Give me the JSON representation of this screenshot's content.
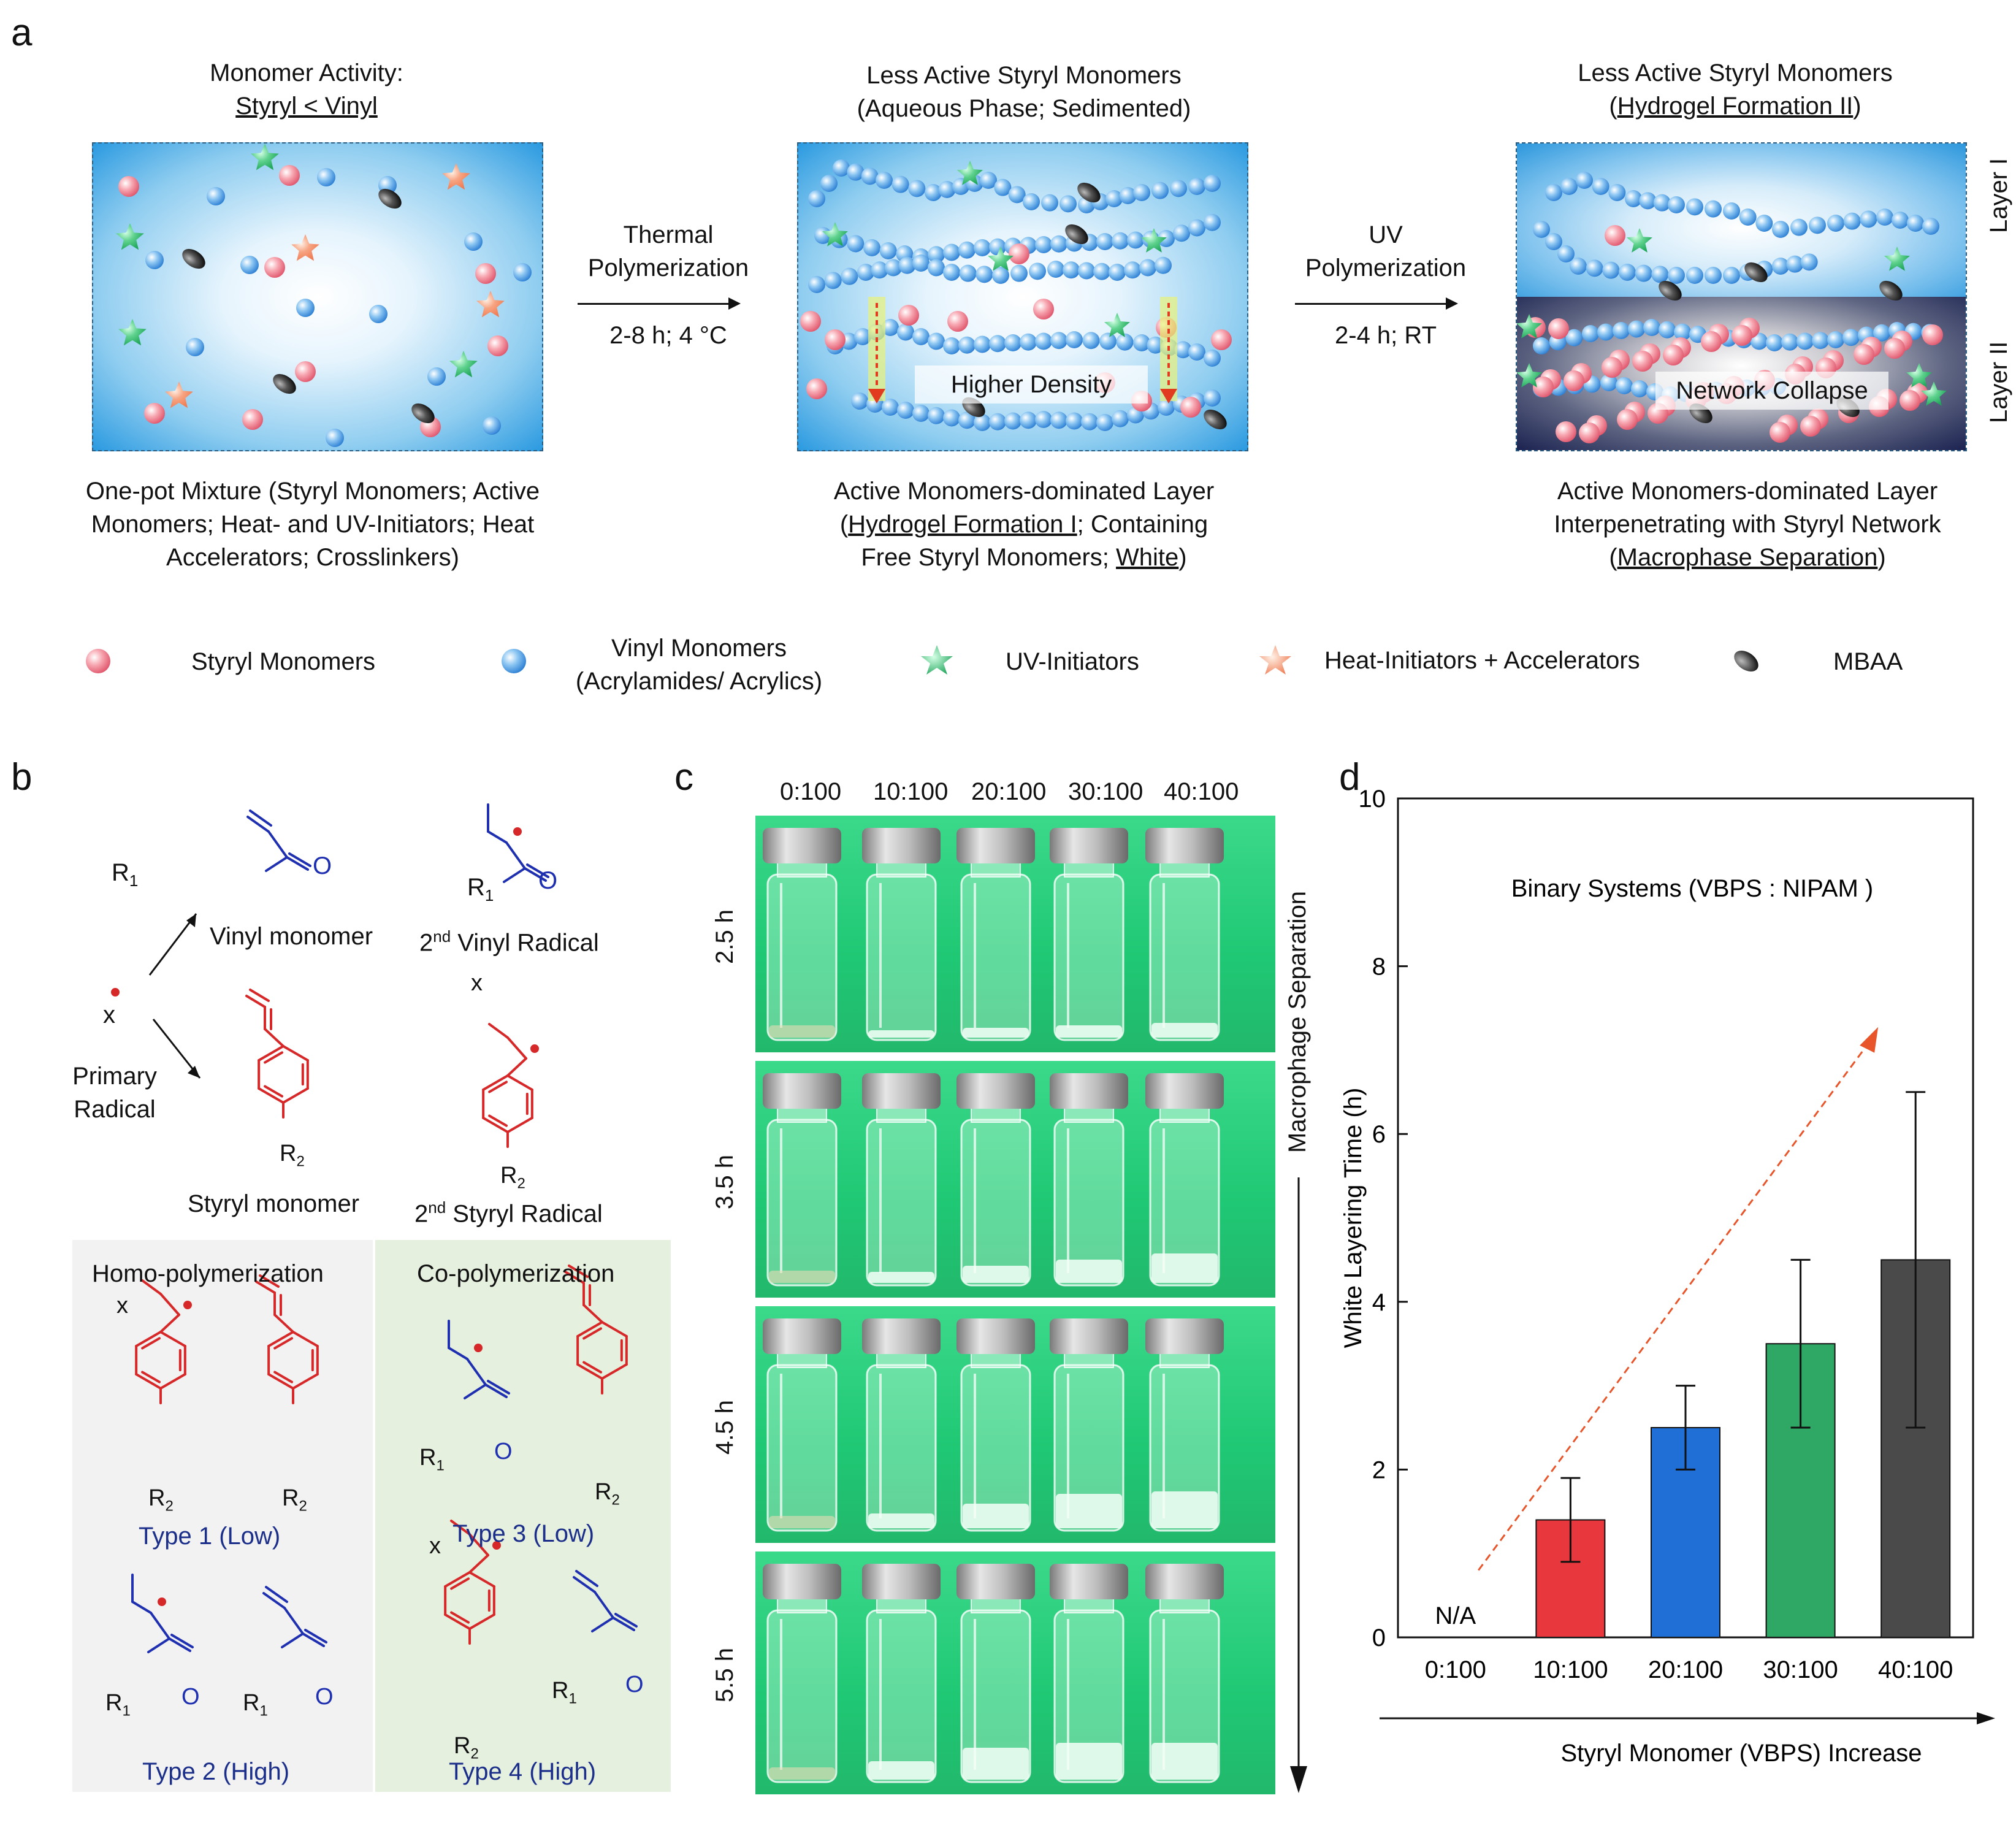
{
  "panel_a": {
    "label": "a",
    "col1": {
      "title_line1": "Monomer Activity:",
      "title_line2": "Styryl < Vinyl",
      "caption": [
        "One-pot Mixture (Styryl Monomers; Active",
        "Monomers; Heat- and UV-Initiators; Heat",
        "Accelerators; Crosslinkers)"
      ]
    },
    "arrow1": {
      "line1": "Thermal",
      "line2": "Polymerization",
      "cond": "2-8 h; 4 °C"
    },
    "col2": {
      "title_line1": "Less Active Styryl Monomers",
      "title_line2": "(Aqueous Phase; Sedimented)",
      "inner_label": "Higher Density",
      "caption_line1": "Active Monomers-dominated Layer",
      "caption_line2_pre": "(",
      "caption_line2_u": "Hydrogel Formation I",
      "caption_line2_post": "; Containing",
      "caption_line3_pre": "Free Styryl Monomers; ",
      "caption_line3_u": "White",
      "caption_line3_post": ")"
    },
    "arrow2": {
      "line1": "UV",
      "line2": "Polymerization",
      "cond": "2-4 h; RT"
    },
    "col3": {
      "title_line1": "Less Active Styryl Monomers",
      "title_line2_pre": "(",
      "title_line2_u": "Hydrogel Formation II",
      "title_line2_post": ")",
      "inner_label": "Network Collapse",
      "layer1": "Layer I",
      "layer2": "Layer II",
      "caption_line1": "Active Monomers-dominated Layer",
      "caption_line2": "Interpenetrating with Styryl Network",
      "caption_line3_pre": "(",
      "caption_line3_u": "Macrophase Separation",
      "caption_line3_post": ")"
    },
    "legend": {
      "styryl": "Styryl Monomers",
      "vinyl_line1": "Vinyl Monomers",
      "vinyl_line2": "(Acrylamides/ Acrylics)",
      "uv": "UV-Initiators",
      "heat": "Heat-Initiators + Accelerators",
      "mbaa": "MBAA"
    },
    "colors": {
      "styryl": "#f08a98",
      "vinyl": "#5ca8e8",
      "uv": "#2fb870",
      "heat": "#f5906e",
      "mbaa": "#2a2a2a"
    }
  },
  "panel_b": {
    "label": "b",
    "vinyl_monomer": "Vinyl monomer",
    "vinyl_radical_sup": "nd",
    "vinyl_radical_pre": "2",
    "vinyl_radical_post": " Vinyl Radical",
    "styryl_monomer": "Styryl monomer",
    "styryl_radical_pre": "2",
    "styryl_radical_sup": "nd",
    "styryl_radical_post": " Styryl Radical",
    "primary_line1": "Primary",
    "primary_line2": "Radical",
    "x": "x",
    "r1": "R",
    "r1_sub": "1",
    "r2": "R",
    "r2_sub": "2",
    "o": "O",
    "homo": "Homo-polymerization",
    "co": "Co-polymerization",
    "type1": "Type 1 (Low)",
    "type2": "Type 2 (High)",
    "type3": "Type 3 (Low)",
    "type4": "Type 4 (High)",
    "colors": {
      "vinyl": "#1e2fb0",
      "styryl": "#d62828"
    }
  },
  "panel_c": {
    "label": "c",
    "ratios": [
      "0:100",
      "10:100",
      "20:100",
      "30:100",
      "40:100"
    ],
    "times": [
      "2.5 h",
      "3.5 h",
      "4.5 h",
      "5.5 h"
    ],
    "side_label": "Macrophage Separation"
  },
  "panel_d": {
    "label": "d",
    "chart_data": {
      "type": "bar",
      "title": "Binary Systems (VBPS : NIPAM )",
      "categories": [
        "0:100",
        "10:100",
        "20:100",
        "30:100",
        "40:100"
      ],
      "values": [
        null,
        1.4,
        2.5,
        3.5,
        4.5
      ],
      "errors_low": [
        null,
        0.9,
        2.0,
        2.5,
        2.5
      ],
      "errors_high": [
        null,
        1.9,
        3.0,
        4.5,
        6.5
      ],
      "bar_colors": [
        "#000000",
        "#e8383d",
        "#1f6fd6",
        "#2fa865",
        "#4a4a4a"
      ],
      "annotations": [
        "N/A"
      ],
      "ylabel": "White Layering Time (h)",
      "xlabel": "Styryl Monomer (VBPS) Increase",
      "ylim": [
        0,
        10
      ],
      "yticks": [
        "0",
        "2",
        "4",
        "6",
        "8",
        "10"
      ],
      "grid": false
    }
  }
}
